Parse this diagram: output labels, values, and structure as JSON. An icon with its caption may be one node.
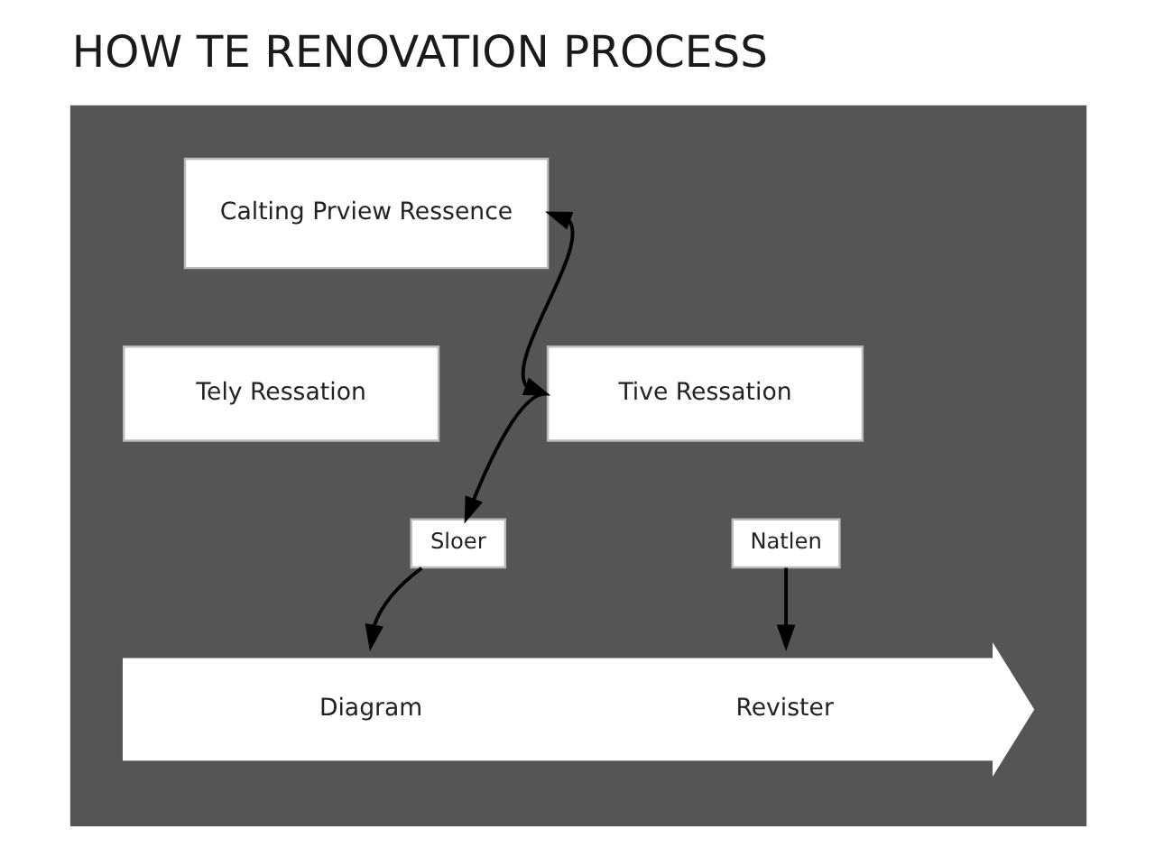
{
  "diagram": {
    "title": "HOW TE RENOVATION PROCESS",
    "nodes": [
      {
        "text": [],
        "shape": "box"
      },
      {
        "text": [
          "Calting Prview Ressence"
        ],
        "in": 0
      },
      {
        "text": [
          "Tive Ressation"
        ],
        "in": 0
      },
      {
        "text": [
          "Tely Ressation"
        ],
        "in": 0
      },
      {
        "text": [
          "Sloer"
        ],
        "in": 0
      },
      {
        "text": [
          "Natlen"
        ],
        "in": 0
      },
      {
        "text": [
          "Diagram",
          "Revister"
        ],
        "in": 0
      }
    ],
    "edges": [
      {
        "from": 1,
        "to": 2,
        "arrow": "both"
      },
      {
        "from": 2,
        "to": 4,
        "arrow": "to"
      },
      {
        "from": 4,
        "to": 6,
        "arrow": "to"
      },
      {
        "from": 5,
        "to": 6,
        "arrow": "to"
      }
    ]
  }
}
